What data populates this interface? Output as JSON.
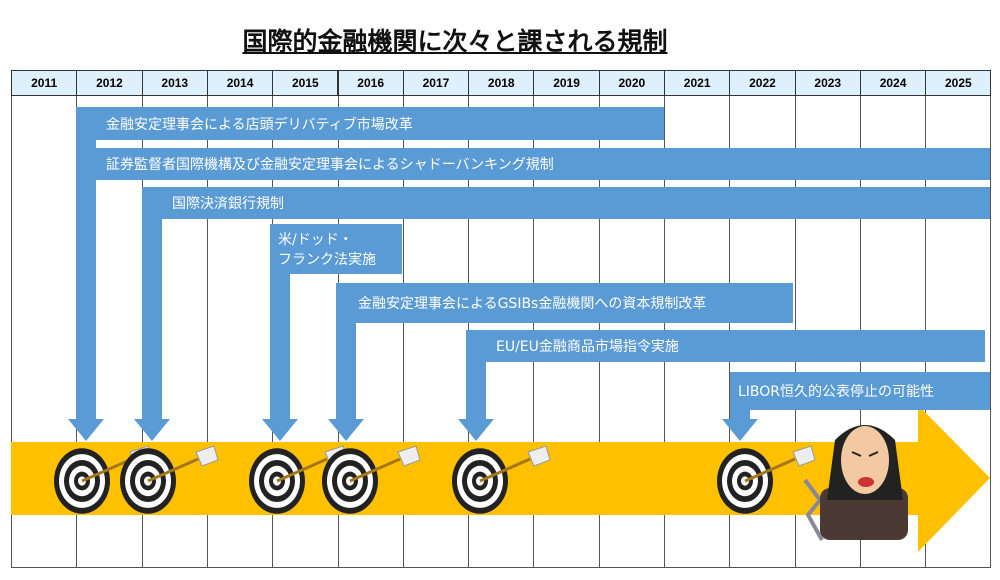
{
  "title": "国際的金融機関に次々と課される規制",
  "years": [
    "2011",
    "2012",
    "2013",
    "2014",
    "2015",
    "2016",
    "2017",
    "2018",
    "2019",
    "2020",
    "2021",
    "2022",
    "2023",
    "2024",
    "2025"
  ],
  "regulations": [
    "金融安定理事会による店頭デリバティブ市場改革",
    "証券監督者国際機構及び金融安定理事会によるシャドーバンキング規制",
    "国際決済銀行規制",
    "米/ドッド・",
    "フランク法実施",
    "金融安定理事会によるGSIBs金融機関への資本規制改革",
    "EU/EU金融商品市場指令実施",
    "LIBOR恒久的公表停止の可能性"
  ],
  "colors": {
    "box": "#5b9bd5",
    "band": "#ffc000",
    "header": "#ddf0fb"
  }
}
